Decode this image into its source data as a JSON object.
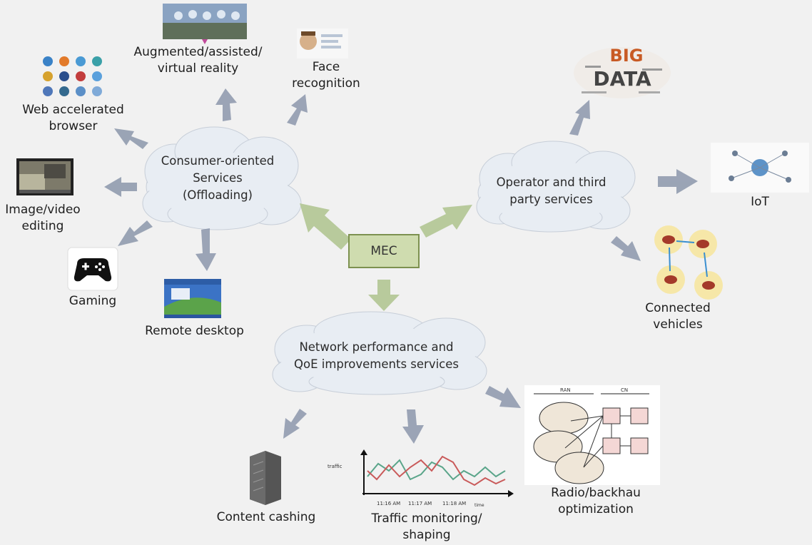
{
  "center": {
    "label": "MEC"
  },
  "clouds": {
    "consumer": {
      "lines": [
        "Consumer-oriented",
        "Services",
        "(Offloading)"
      ]
    },
    "operator": {
      "lines": [
        "Operator and third",
        "party services"
      ]
    },
    "network": {
      "lines": [
        "Network performance and",
        "QoE improvements services"
      ]
    }
  },
  "nodes": {
    "ar": {
      "lines": [
        "Augmented/assisted/",
        "virtual reality"
      ]
    },
    "face": {
      "lines": [
        "Face",
        "recognition"
      ]
    },
    "web": {
      "lines": [
        "Web accelerated",
        "browser"
      ]
    },
    "image": {
      "lines": [
        "Image/video",
        "editing"
      ]
    },
    "gaming": {
      "lines": [
        "Gaming"
      ]
    },
    "remote": {
      "lines": [
        "Remote desktop"
      ]
    },
    "bigdata": {
      "text_big": "BIG",
      "text_data": "DATA"
    },
    "iot": {
      "lines": [
        "IoT"
      ]
    },
    "vehicles": {
      "lines": [
        "Connected",
        "vehicles"
      ]
    },
    "content": {
      "lines": [
        "Content cashing"
      ]
    },
    "traffic": {
      "lines": [
        "Traffic monitoring/",
        "shaping"
      ],
      "ylabel": "traffic",
      "times": [
        "11:16 AM",
        "11:17 AM",
        "11:18 AM"
      ],
      "xunit": "time"
    },
    "radio": {
      "lines": [
        "Radio/backhau",
        "optimization"
      ],
      "ran": "RAN",
      "cn": "CN"
    }
  },
  "colors": {
    "cloud": "#e7ecf2",
    "arrow_gray": "#8c97a9",
    "arrow_green": "#b7c99a",
    "mec_fill": "#cfdcaf"
  }
}
